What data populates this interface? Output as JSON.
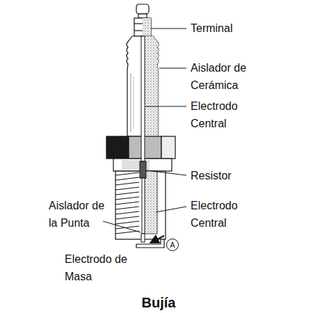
{
  "diagram": {
    "caption": "Bujía",
    "labels": [
      "Terminal",
      "Aislador de Cerámica",
      "Electrodo Central",
      "Resistor",
      "Electrodo Central",
      "Aislador de la Punta",
      "Electrodo de Masa",
      "A"
    ]
  }
}
